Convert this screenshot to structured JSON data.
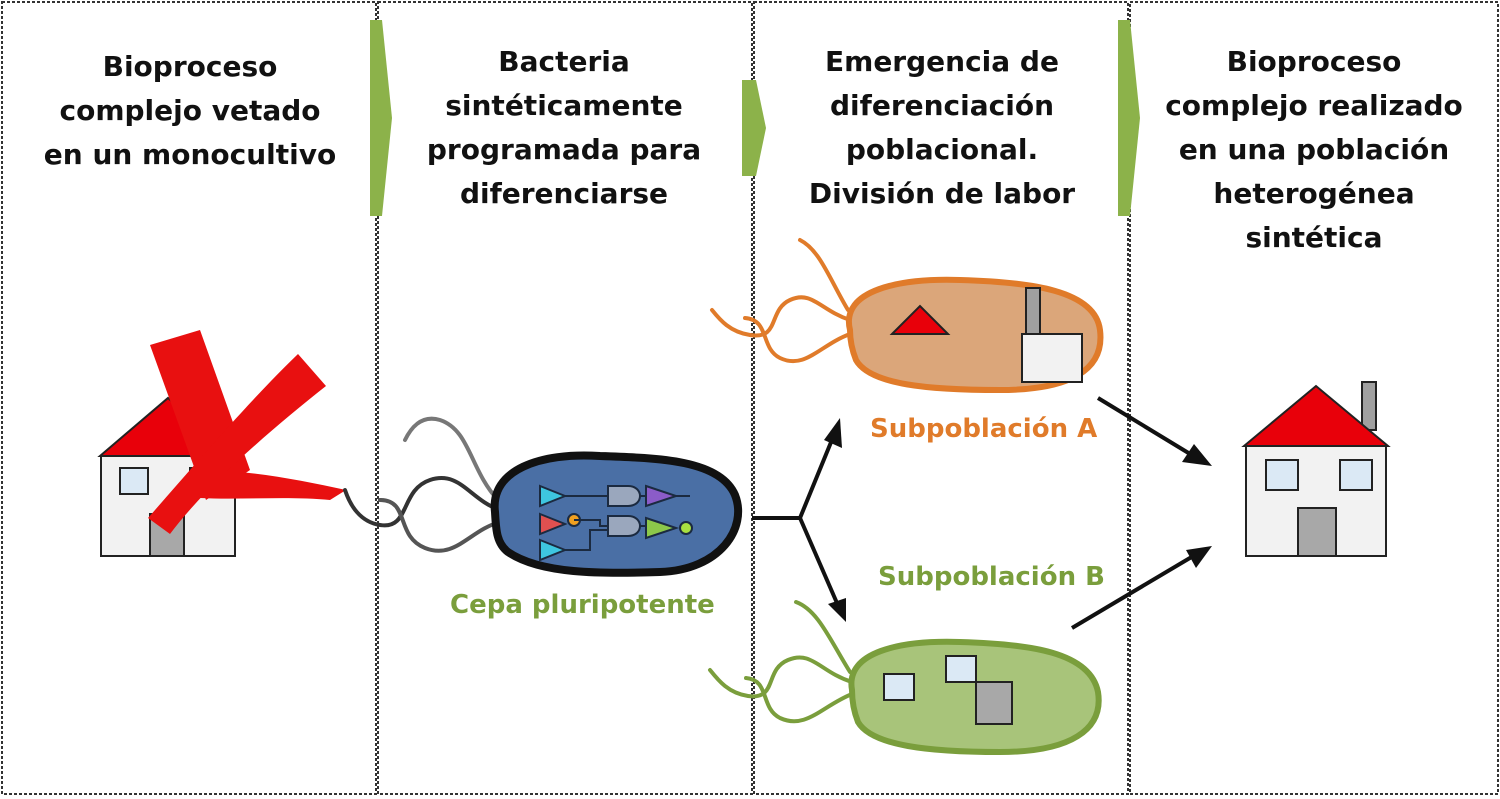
{
  "panels": [
    {
      "title": "Bioproceso\ncomplejo vetado\nen un monocultivo"
    },
    {
      "title": "Bacteria\nsintéticamente\nprogramada para\ndiferenciarse"
    },
    {
      "title": "Emergencia de\ndiferenciación\npoblacional.\nDivisión de labor"
    },
    {
      "title": "Bioproceso\ncomplejo realizado\nen una población\nheterogénea\nsintética"
    }
  ],
  "labels": {
    "pluripotent": "Cepa pluripotente",
    "subpop_a": "Subpoblación A",
    "subpop_b": "Subpoblación B"
  },
  "colors": {
    "roof": "#e8000a",
    "veto_cross": "#e81010",
    "arrow_green": "#8cb24a",
    "subpop_a": "#e07b2a",
    "subpop_b": "#7a9e3c",
    "pluripotent_label": "#7a9e3c",
    "cell_blue": "#4a6fa5"
  },
  "icons": [
    "house-icon",
    "veto-cross-icon",
    "bacterium-icon",
    "logic-circuit-icon",
    "flagella-icon"
  ]
}
